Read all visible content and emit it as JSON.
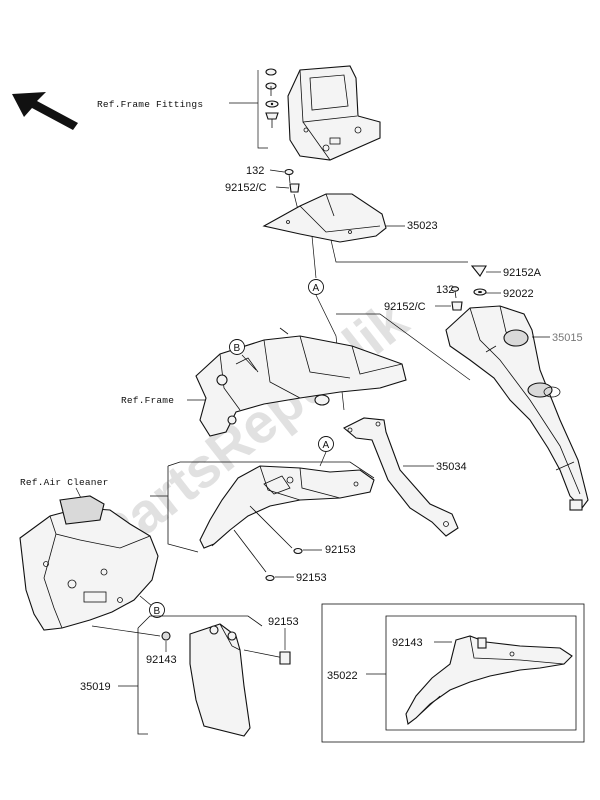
{
  "watermark": "PartsRepublik",
  "ref_labels": {
    "frame_fittings": "Ref.Frame Fittings",
    "frame": "Ref.Frame",
    "air_cleaner": "Ref.Air Cleaner"
  },
  "callouts": {
    "a_top": "A",
    "a_mid": "A",
    "b_left": "B",
    "b_right": "B"
  },
  "part_numbers": {
    "p132_top": "132",
    "p92152c_top": "92152/C",
    "p35023": "35023",
    "p92152a": "92152A",
    "p132_mid": "132",
    "p92022": "92022",
    "p92152c_mid": "92152/C",
    "p35015": "35015",
    "p35034": "35034",
    "p92153_a": "92153",
    "p92153_b": "92153",
    "p92153_c": "92153",
    "p92143_left": "92143",
    "p35019": "35019",
    "p92143_right": "92143",
    "p35022": "35022"
  }
}
